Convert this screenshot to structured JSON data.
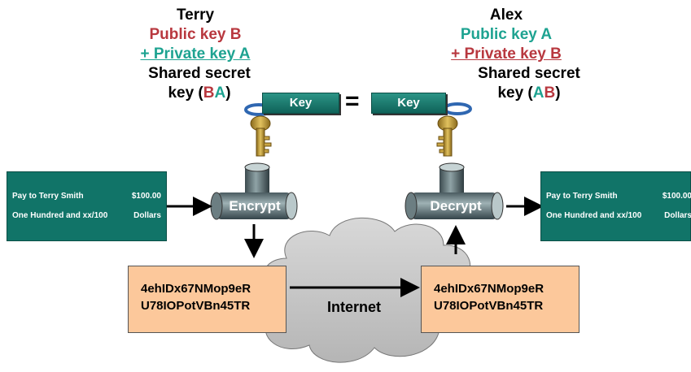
{
  "left_party": {
    "name": "Terry",
    "public_key": "Public key B",
    "private_key": "+ Private key A",
    "shared_line1": "Shared secret",
    "shared_prefix": "key (",
    "shared_b": "B",
    "shared_a": "A",
    "shared_suffix": ")"
  },
  "right_party": {
    "name": "Alex",
    "public_key": "Public key A",
    "private_key": "+ Private key B",
    "shared_line1": "Shared secret",
    "shared_prefix": "key (",
    "shared_a": "A",
    "shared_b": "B",
    "shared_suffix": ")"
  },
  "keys": {
    "left_label": "Key",
    "right_label": "Key",
    "equals": "="
  },
  "cheque": {
    "payee": "Pay to Terry Smith",
    "amount": "$100.00",
    "words": "One Hundred and xx/100",
    "currency": "Dollars"
  },
  "processes": {
    "encrypt": "Encrypt",
    "decrypt": "Decrypt"
  },
  "ciphertext": {
    "line1": "4ehIDx67NMop9eR",
    "line2": "U78IOPotVBn45TR"
  },
  "network": {
    "label": "Internet"
  },
  "colors": {
    "public_key_b": "#b8383f",
    "public_key_a": "#1ea391",
    "cheque": "#117468",
    "packet": "#fcc89b",
    "cloud": "#c9c9c9"
  }
}
